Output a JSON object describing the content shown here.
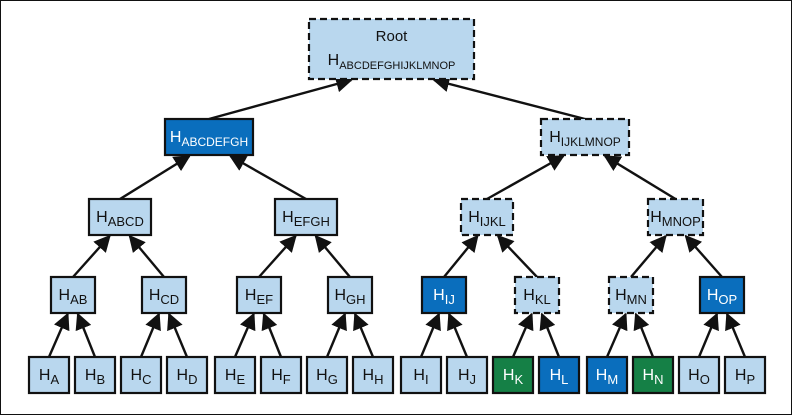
{
  "colors": {
    "plain": "#b9d7ee",
    "dark_blue": "#0a6ebd",
    "green": "#158046",
    "border": "#111111",
    "edge": "#111111",
    "text_dark": "#111111",
    "text_light": "#ffffff"
  },
  "root": {
    "label": "Root",
    "base": "H",
    "sub": "ABCDEFGHIJKLMNOP",
    "style": "dashed"
  },
  "nodes": [
    {
      "id": "abcdefgh",
      "base": "H",
      "sub": "ABCDEFGH",
      "style": "dark",
      "parent": "root"
    },
    {
      "id": "ijklmnop",
      "base": "H",
      "sub": "IJKLMNOP",
      "style": "dashed",
      "parent": "root"
    },
    {
      "id": "abcd",
      "base": "H",
      "sub": "ABCD",
      "style": "plain",
      "parent": "abcdefgh"
    },
    {
      "id": "efgh",
      "base": "H",
      "sub": "EFGH",
      "style": "plain",
      "parent": "abcdefgh"
    },
    {
      "id": "ijkl",
      "base": "H",
      "sub": "IJKL",
      "style": "dashed",
      "parent": "ijklmnop"
    },
    {
      "id": "mnop",
      "base": "H",
      "sub": "MNOP",
      "style": "dashed",
      "parent": "ijklmnop"
    },
    {
      "id": "ab",
      "base": "H",
      "sub": "AB",
      "style": "plain",
      "parent": "abcd"
    },
    {
      "id": "cd",
      "base": "H",
      "sub": "CD",
      "style": "plain",
      "parent": "abcd"
    },
    {
      "id": "ef",
      "base": "H",
      "sub": "EF",
      "style": "plain",
      "parent": "efgh"
    },
    {
      "id": "gh",
      "base": "H",
      "sub": "GH",
      "style": "plain",
      "parent": "efgh"
    },
    {
      "id": "ij",
      "base": "H",
      "sub": "IJ",
      "style": "dark",
      "parent": "ijkl"
    },
    {
      "id": "kl",
      "base": "H",
      "sub": "KL",
      "style": "dashed",
      "parent": "ijkl"
    },
    {
      "id": "mn",
      "base": "H",
      "sub": "MN",
      "style": "dashed",
      "parent": "mnop"
    },
    {
      "id": "op",
      "base": "H",
      "sub": "OP",
      "style": "dark",
      "parent": "mnop"
    },
    {
      "id": "a",
      "base": "H",
      "sub": "A",
      "style": "plain",
      "parent": "ab"
    },
    {
      "id": "b",
      "base": "H",
      "sub": "B",
      "style": "plain",
      "parent": "ab"
    },
    {
      "id": "c",
      "base": "H",
      "sub": "C",
      "style": "plain",
      "parent": "cd"
    },
    {
      "id": "d",
      "base": "H",
      "sub": "D",
      "style": "plain",
      "parent": "cd"
    },
    {
      "id": "e",
      "base": "H",
      "sub": "E",
      "style": "plain",
      "parent": "ef"
    },
    {
      "id": "f",
      "base": "H",
      "sub": "F",
      "style": "plain",
      "parent": "ef"
    },
    {
      "id": "g",
      "base": "H",
      "sub": "G",
      "style": "plain",
      "parent": "gh"
    },
    {
      "id": "h",
      "base": "H",
      "sub": "H",
      "style": "plain",
      "parent": "gh"
    },
    {
      "id": "i",
      "base": "H",
      "sub": "I",
      "style": "plain",
      "parent": "ij"
    },
    {
      "id": "j",
      "base": "H",
      "sub": "J",
      "style": "plain",
      "parent": "ij"
    },
    {
      "id": "k",
      "base": "H",
      "sub": "K",
      "style": "green",
      "parent": "kl"
    },
    {
      "id": "l",
      "base": "H",
      "sub": "L",
      "style": "dark",
      "parent": "kl"
    },
    {
      "id": "m",
      "base": "H",
      "sub": "M",
      "style": "dark",
      "parent": "mn"
    },
    {
      "id": "n",
      "base": "H",
      "sub": "N",
      "style": "green",
      "parent": "mn"
    },
    {
      "id": "o",
      "base": "H",
      "sub": "O",
      "style": "plain",
      "parent": "op"
    },
    {
      "id": "p",
      "base": "H",
      "sub": "P",
      "style": "plain",
      "parent": "op"
    }
  ]
}
